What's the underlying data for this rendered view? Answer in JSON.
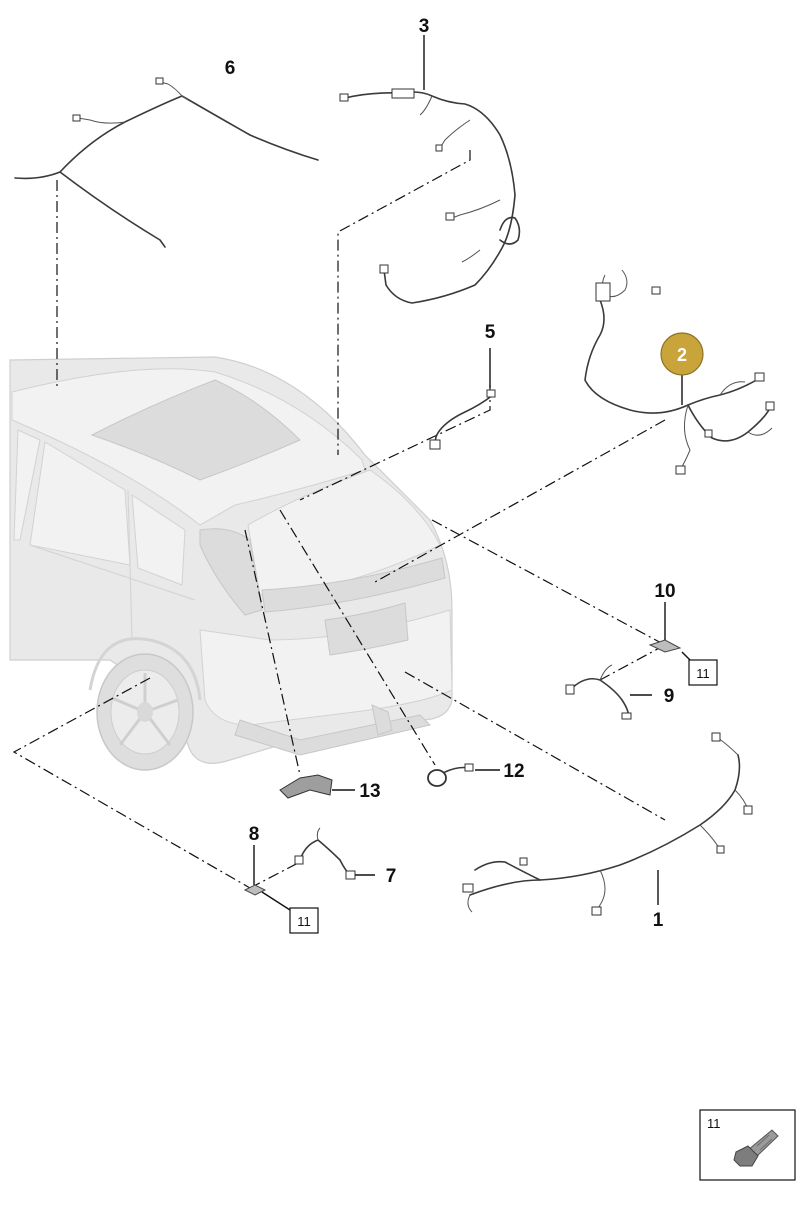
{
  "diagram": {
    "callouts": [
      "1",
      "2",
      "3",
      "5",
      "6",
      "7",
      "8",
      "9",
      "10",
      "12",
      "13"
    ],
    "boxed_reference": "11",
    "legend": {
      "label": "11",
      "icon": "bolt-icon"
    },
    "highlight_color": "#c9a43b"
  }
}
